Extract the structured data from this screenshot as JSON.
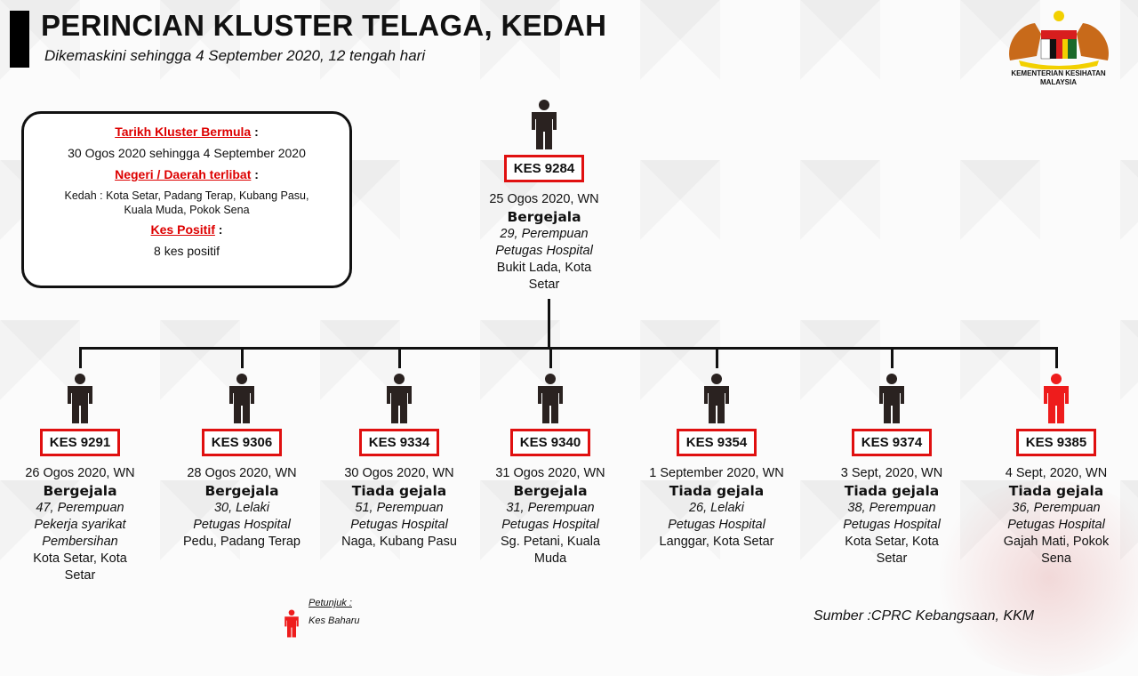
{
  "header": {
    "title": "PERINCIAN KLUSTER TELAGA, KEDAH",
    "subtitle": "Dikemaskini sehingga 4 September 2020, 12 tengah hari"
  },
  "logo": {
    "line1": "KEMENTERIAN KESIHATAN",
    "line2": "MALAYSIA"
  },
  "info": {
    "start_label": "Tarikh Kluster Bermula",
    "start_value": "30 Ogos 2020 sehingga 4 September 2020",
    "area_label": "Negeri / Daerah terlibat",
    "area_value": "Kedah : Kota Setar, Padang Terap, Kubang Pasu, Kuala Muda, Pokok Sena",
    "positive_label": "Kes Positif",
    "positive_value": "8 kes positif",
    "colon": ":"
  },
  "colors": {
    "existing": "#2a2220",
    "new": "#ee1c1c",
    "box": "#e01010"
  },
  "index_case": {
    "id": "KES 9284",
    "date": "25 Ogos 2020, WN",
    "status": "Bergejala",
    "age_sex": "29, Perempuan",
    "job": "Petugas Hospital",
    "location": "Bukit Lada, Kota Setar",
    "new": false
  },
  "cases": [
    {
      "id": "KES 9291",
      "date": "26 Ogos 2020, WN",
      "status": "Bergejala",
      "age_sex": "47, Perempuan",
      "job": "Pekerja syarikat Pembersihan",
      "location": "Kota Setar, Kota Setar",
      "new": false
    },
    {
      "id": "KES 9306",
      "date": "28 Ogos 2020, WN",
      "status": "Bergejala",
      "age_sex": "30, Lelaki",
      "job": "Petugas Hospital",
      "location": "Pedu, Padang Terap",
      "new": false
    },
    {
      "id": "KES 9334",
      "date": "30 Ogos 2020, WN",
      "status": "Tiada gejala",
      "age_sex": "51, Perempuan",
      "job": "Petugas Hospital",
      "location": "Naga, Kubang Pasu",
      "new": false
    },
    {
      "id": "KES 9340",
      "date": "31 Ogos 2020, WN",
      "status": "Bergejala",
      "age_sex": "31, Perempuan",
      "job": "Petugas Hospital",
      "location": "Sg. Petani, Kuala Muda",
      "new": false
    },
    {
      "id": "KES 9354",
      "date": "1 September 2020, WN",
      "status": "Tiada gejala",
      "age_sex": "26, Lelaki",
      "job": "Petugas Hospital",
      "location": "Langgar, Kota Setar",
      "new": false
    },
    {
      "id": "KES 9374",
      "date": "3 Sept, 2020, WN",
      "status": "Tiada gejala",
      "age_sex": "38, Perempuan",
      "job": "Petugas Hospital",
      "location": "Kota Setar, Kota Setar",
      "new": false
    },
    {
      "id": "KES 9385",
      "date": "4 Sept, 2020, WN",
      "status": "Tiada gejala",
      "age_sex": "36, Perempuan",
      "job": "Petugas Hospital",
      "location": "Gajah Mati, Pokok Sena",
      "new": true
    }
  ],
  "legend": {
    "title": "Petunjuk :",
    "new_label": "Kes Baharu"
  },
  "source": "Sumber :CPRC Kebangsaan,  KKM"
}
